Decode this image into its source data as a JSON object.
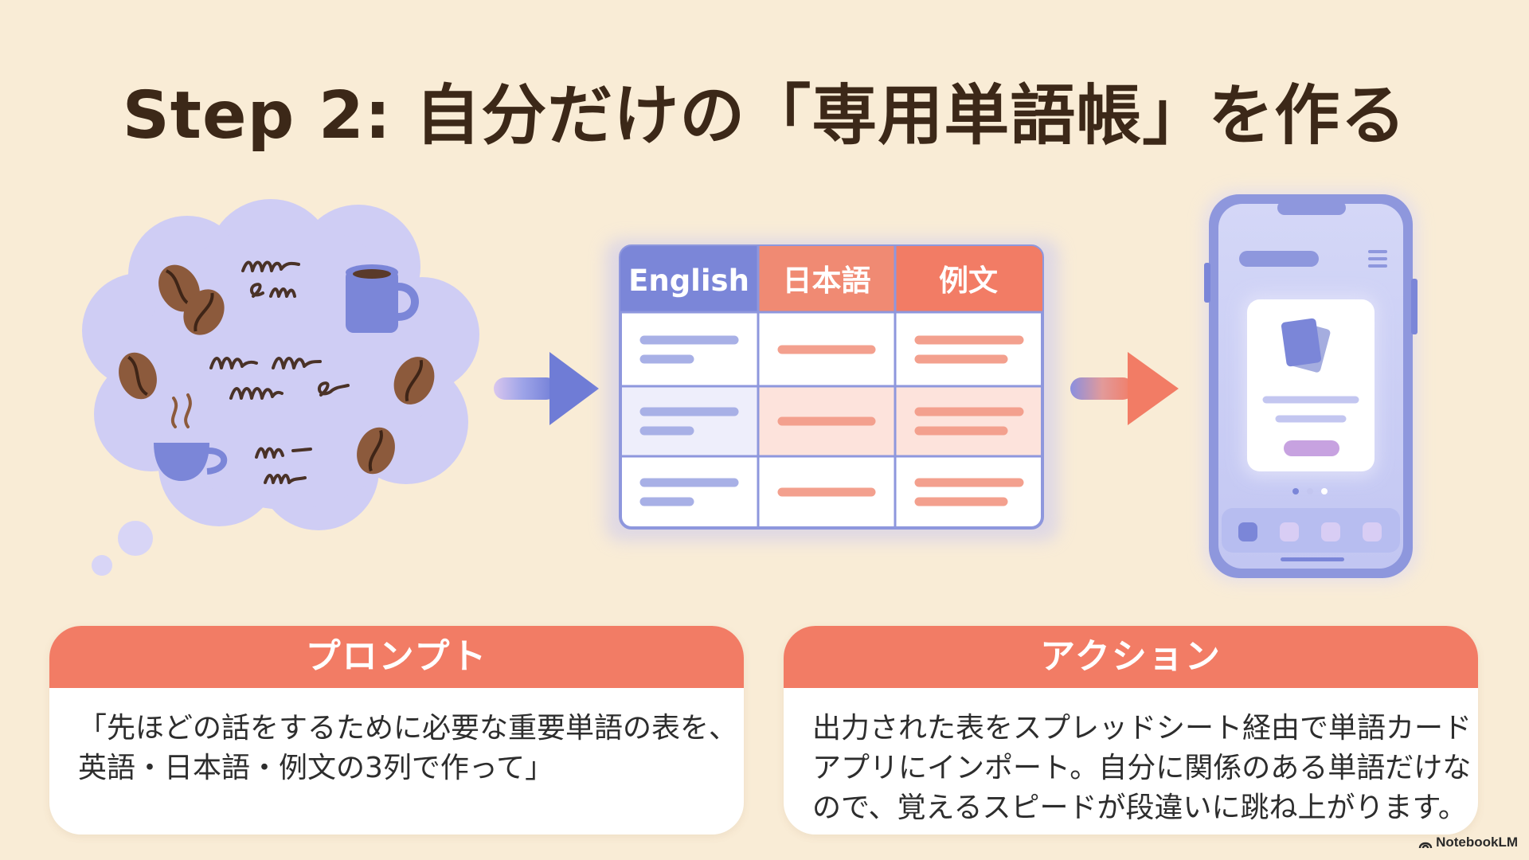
{
  "title": "Step 2: 自分だけの「専用単語帳」を作る",
  "table": {
    "headers": [
      "English",
      "日本語",
      "例文"
    ]
  },
  "cards": [
    {
      "header": "プロンプト",
      "lines": [
        "「先ほどの話をするために必要な重要単語の表を、",
        "英語・日本語・例文の3列で作って」"
      ]
    },
    {
      "header": "アクション",
      "lines": [
        "出力された表をスプレッドシート経由で単語カード",
        "アプリにインポート。自分に関係のある単語だけな",
        "ので、覚えるスピードが段違いに跳ね上がります。"
      ]
    }
  ],
  "brand": "NotebookLM",
  "colors": {
    "background": "#f9ecd6",
    "accent_coral": "#f27c65",
    "accent_periwinkle": "#7b86d8",
    "cloud_lavender": "#cfcdf4"
  },
  "icons": [
    "coffee-bean-icon",
    "coffee-mug-icon",
    "coffee-cup-icon",
    "steam-icon",
    "flashcard-icon",
    "menu-icon",
    "arrow-right-icon"
  ]
}
